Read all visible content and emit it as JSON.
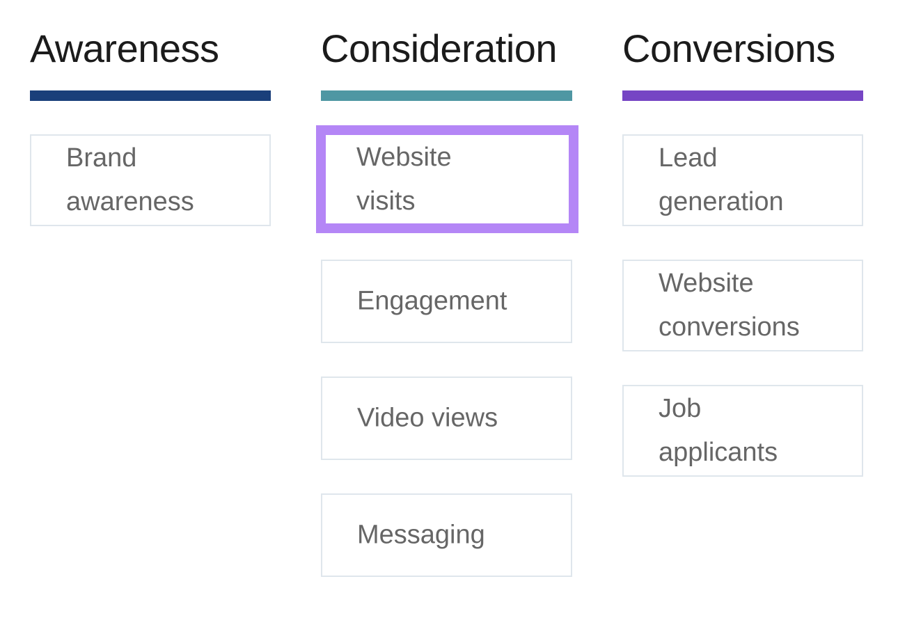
{
  "colors": {
    "awareness_bar": "#1a3f7a",
    "consideration_bar": "#4f97a3",
    "conversions_bar": "#7645c4",
    "selection_highlight": "#b486f6",
    "card_border": "#dfe6ec",
    "title_text": "#1b1b1b",
    "card_text": "#666666"
  },
  "columns": [
    {
      "title": "Awareness",
      "bar_color": "#1a3f7a",
      "items": [
        {
          "line1": "Brand",
          "line2": "awareness",
          "selected": false
        }
      ]
    },
    {
      "title": "Consideration",
      "bar_color": "#4f97a3",
      "items": [
        {
          "line1": "Website",
          "line2": "visits",
          "selected": true
        },
        {
          "line1": "Engagement",
          "line2": "",
          "selected": false
        },
        {
          "line1": "Video views",
          "line2": "",
          "selected": false
        },
        {
          "line1": "Messaging",
          "line2": "",
          "selected": false
        }
      ]
    },
    {
      "title": "Conversions",
      "bar_color": "#7645c4",
      "items": [
        {
          "line1": "Lead",
          "line2": "generation",
          "selected": false
        },
        {
          "line1": "Website",
          "line2": "conversions",
          "selected": false
        },
        {
          "line1": "Job",
          "line2": "applicants",
          "selected": false
        }
      ]
    }
  ]
}
